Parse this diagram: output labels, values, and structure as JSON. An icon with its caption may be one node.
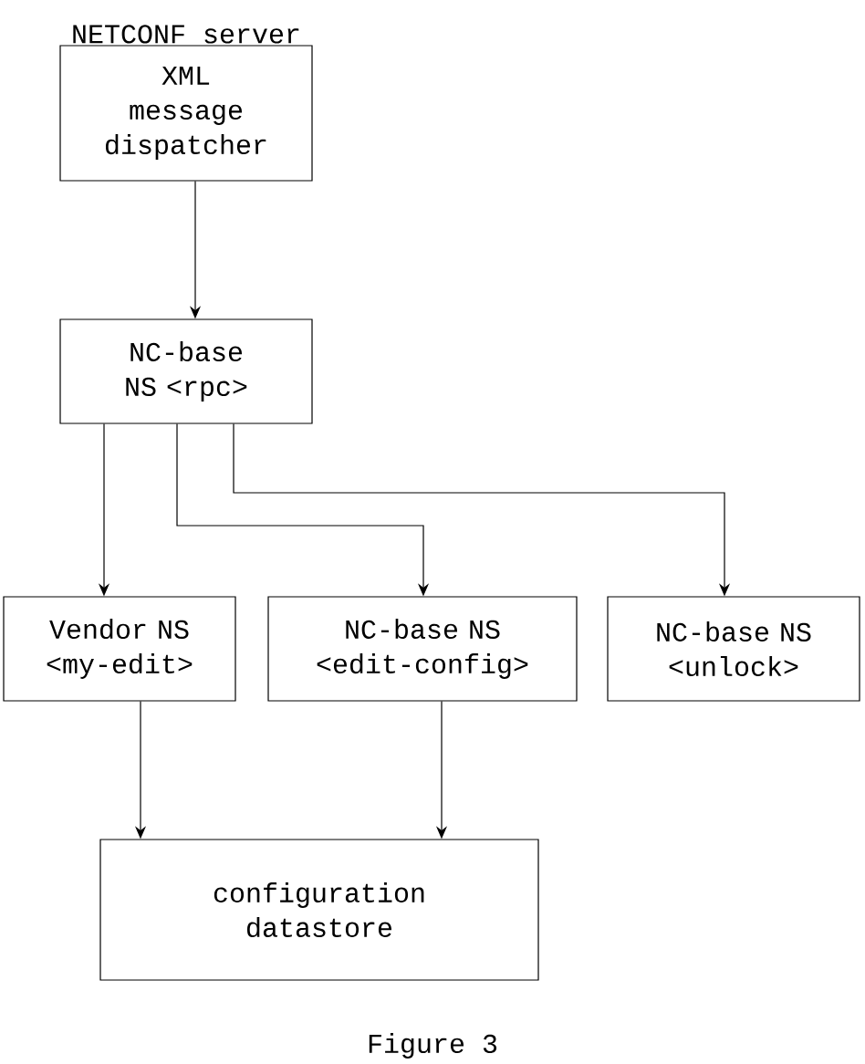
{
  "diagram": {
    "caption": "Figure 3",
    "nodes": [
      {
        "text": [
          "NETCONF server",
          "XML message dispatcher"
        ]
      },
      {
        "text": [
          "NC-base NS <rpc>"
        ]
      },
      {
        "text": [
          "Vendor NS <my-edit>"
        ]
      },
      {
        "text": [
          "NC-base NS <edit-config>"
        ]
      },
      {
        "text": [
          "NC-base NS <unlock>"
        ]
      },
      {
        "text": [
          "configuration datastore"
        ]
      }
    ],
    "edges": [
      {
        "from": 0,
        "to": 1,
        "arrow": "to"
      },
      {
        "from": 1,
        "to": 2,
        "arrow": "to"
      },
      {
        "from": 1,
        "to": 3,
        "arrow": "to"
      },
      {
        "from": 1,
        "to": 4,
        "arrow": "to"
      },
      {
        "from": 2,
        "to": 5,
        "arrow": "to"
      },
      {
        "from": 3,
        "to": 5,
        "arrow": "to"
      }
    ]
  }
}
